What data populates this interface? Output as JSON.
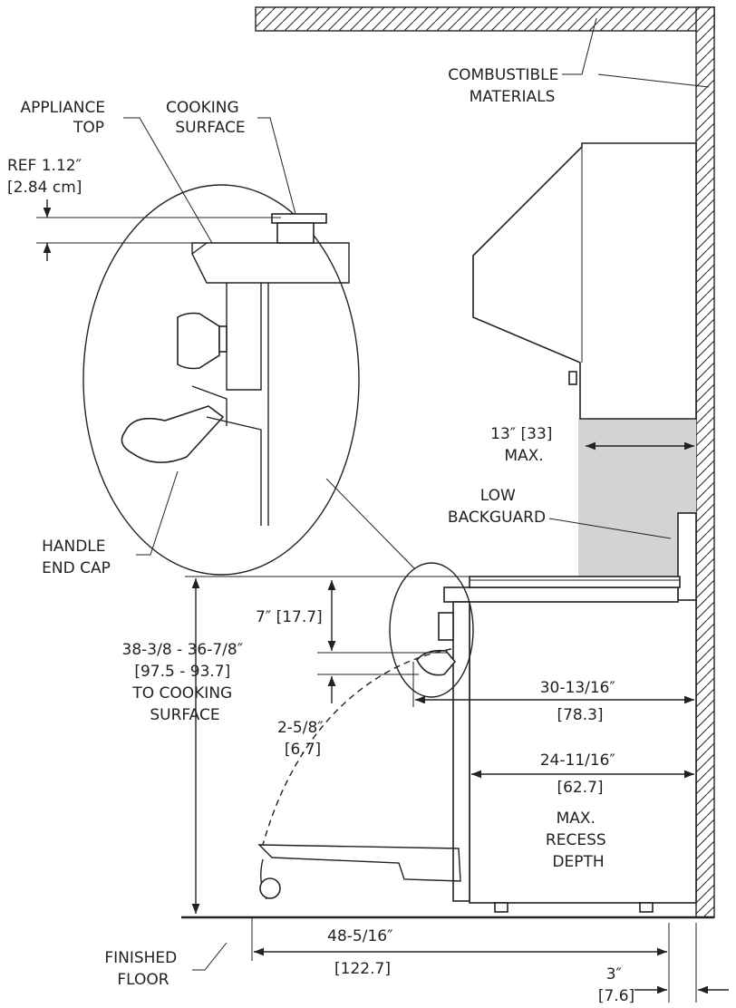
{
  "colors": {
    "line": "#222222",
    "hatch_fill": "#d8d8d8",
    "backsplash_zone": "#d3d3d3",
    "background": "#ffffff"
  },
  "labels": {
    "combustible": [
      "COMBUSTIBLE",
      "MATERIALS"
    ],
    "appliance_top": [
      "APPLIANCE",
      "TOP"
    ],
    "cooking_surface": [
      "COOKING",
      "SURFACE"
    ],
    "ref": [
      "REF 1.12″",
      "[2.84 cm]"
    ],
    "handle_end_cap": [
      "HANDLE",
      "END CAP"
    ],
    "backsplash_depth": [
      "13″ [33]",
      "MAX."
    ],
    "low_backguard": [
      "LOW",
      "BACKGUARD"
    ],
    "height_to_surface": [
      "38-3/8 - 36-7/8″",
      "[97.5 - 93.7]",
      "TO COOKING",
      "SURFACE"
    ],
    "knob_height": "7″ [17.7]",
    "handle_height": [
      "2-5/8″",
      "[6.7]"
    ],
    "overall_depth": [
      "30-13/16″",
      "[78.3]"
    ],
    "recess_depth": [
      "24-11/16″",
      "[62.7]"
    ],
    "recess_note": [
      "MAX.",
      "RECESS",
      "DEPTH"
    ],
    "door_open_depth": [
      "48-5/16″",
      "[122.7]"
    ],
    "wall_offset": [
      "3″",
      "[7.6]"
    ],
    "finished_floor": [
      "FINISHED",
      "FLOOR"
    ]
  }
}
